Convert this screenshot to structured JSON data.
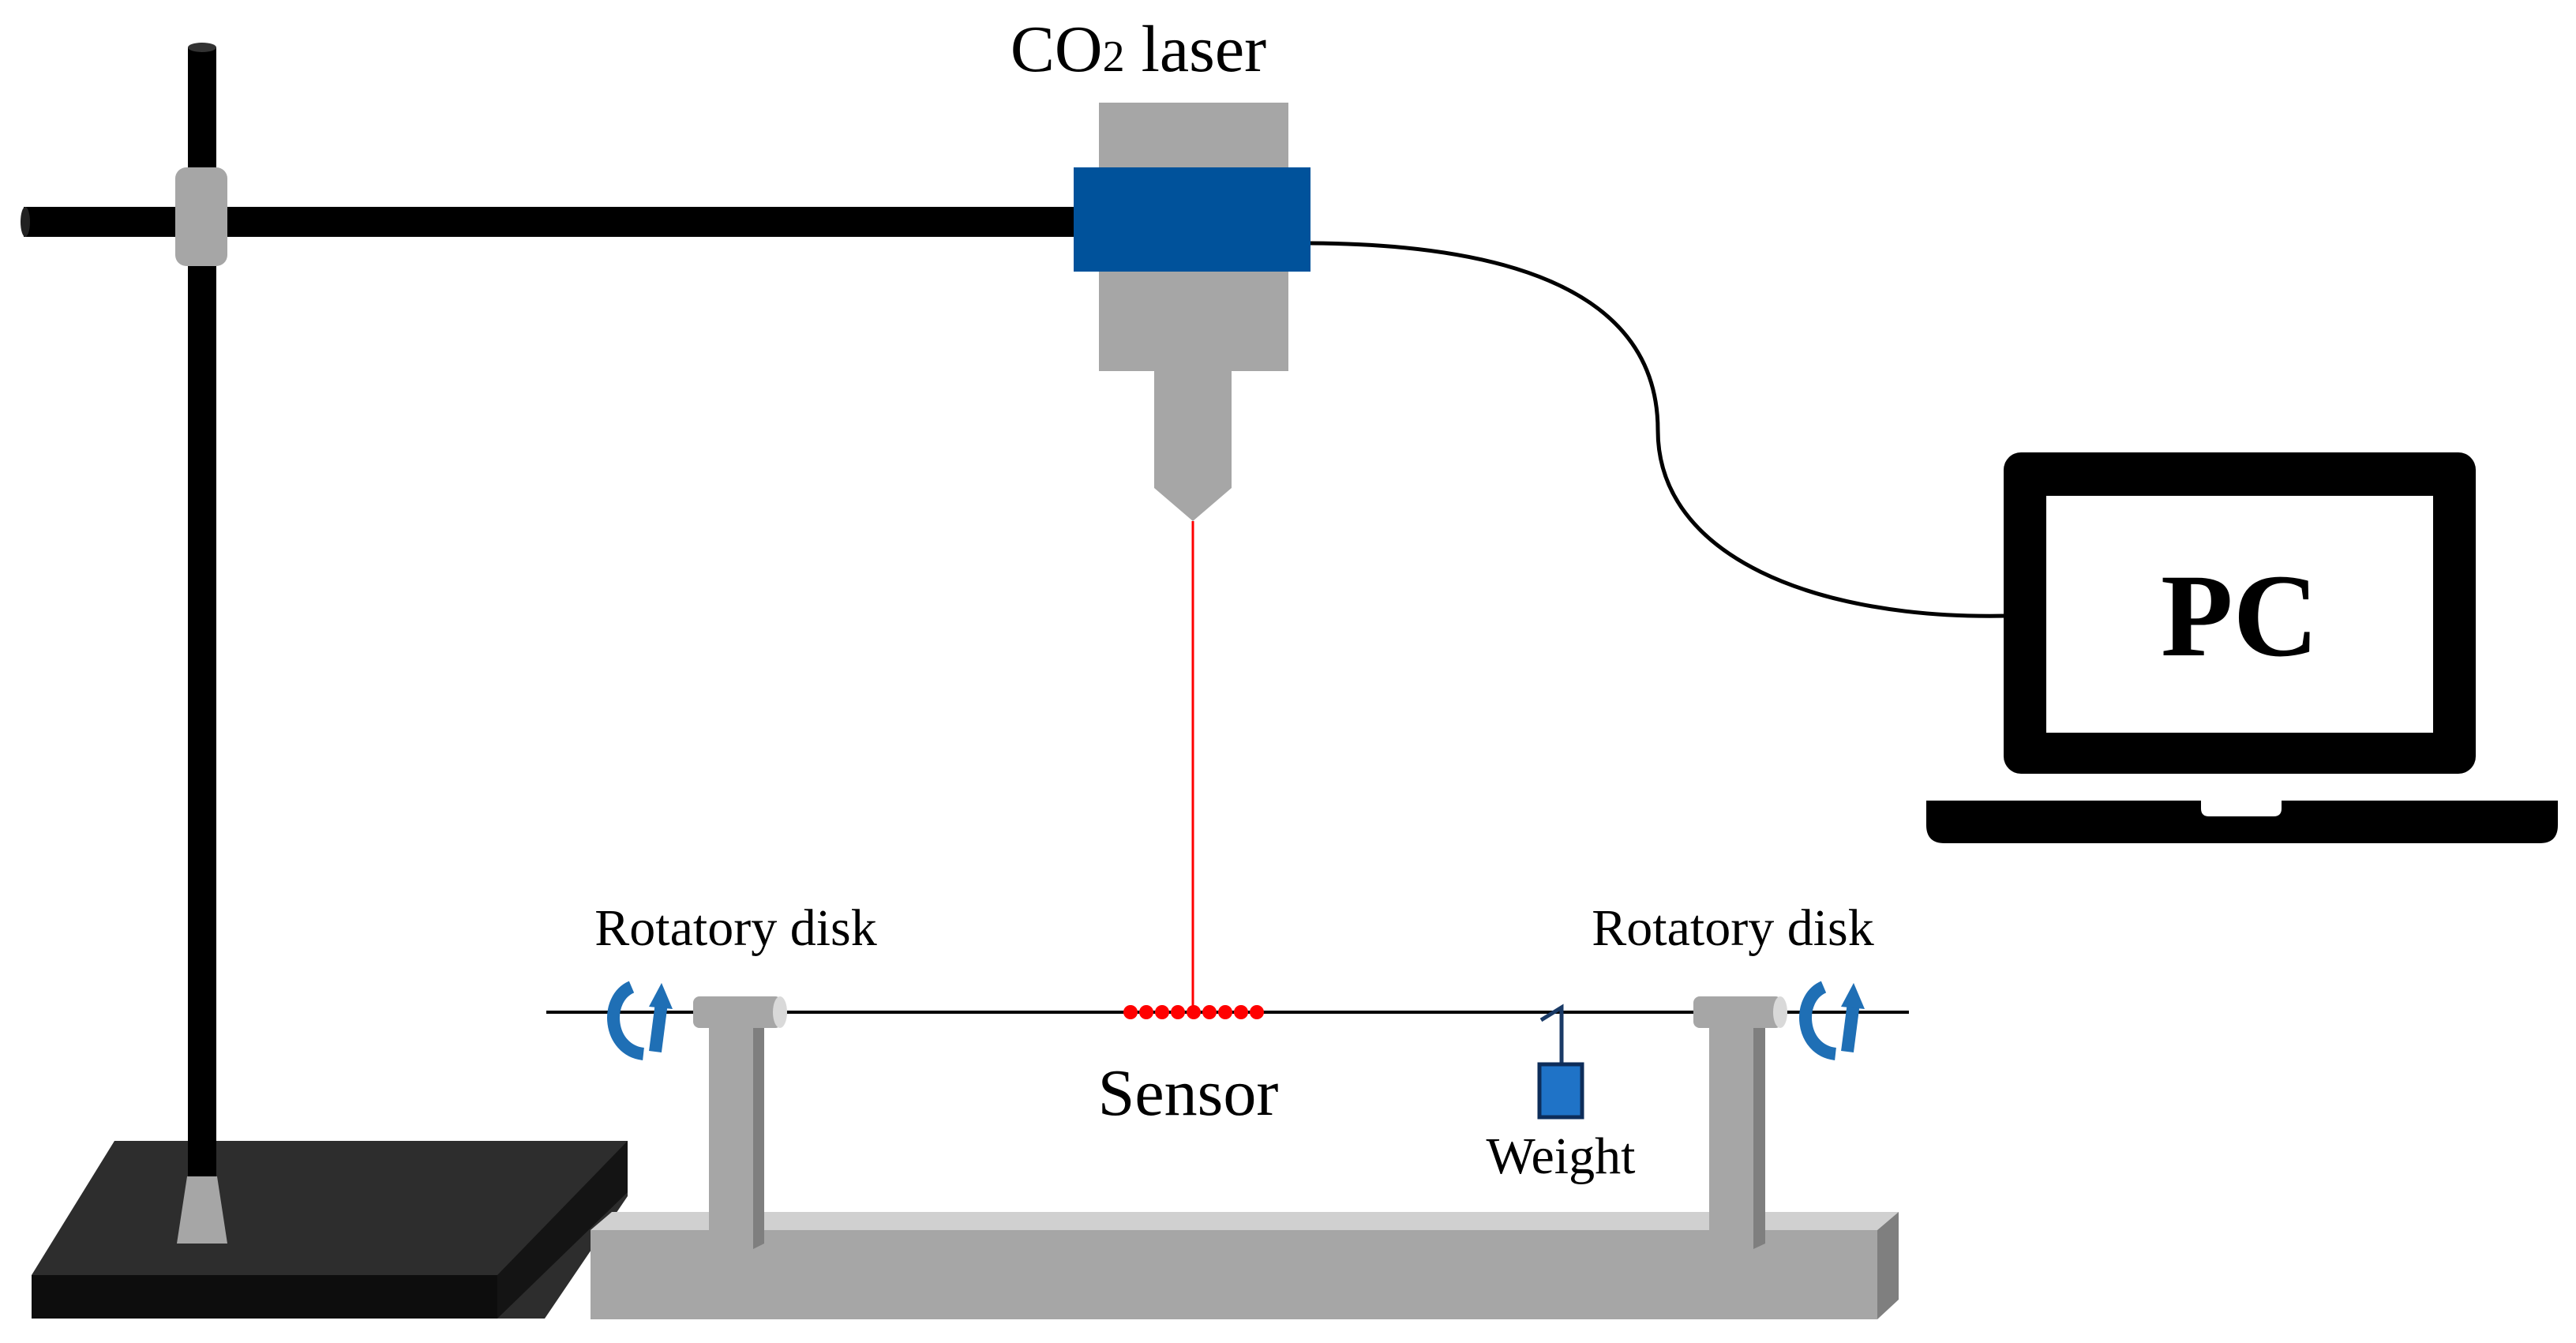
{
  "labels": {
    "laser_prefix": "CO",
    "laser_subscript": "2",
    "laser_suffix": " laser",
    "pc": "PC",
    "rotatory_disk_left": "Rotatory disk",
    "rotatory_disk_right": "Rotatory disk",
    "sensor": "Sensor",
    "weight": "Weight"
  },
  "colors": {
    "stand": "#000000",
    "base": "#2d2d2d",
    "base_side": "#111111",
    "clamp": "#a6a6a6",
    "laser_body": "#a6a6a6",
    "laser_band": "#00529b",
    "laser_beam": "#ff0000",
    "sensor_dots": "#ff0000",
    "rotation_arrow": "#1f6fb5",
    "weight": "#1f73c7",
    "platform": "#a6a6a6",
    "platform_shadow": "#7f7f7f"
  },
  "icons": {
    "left_rotation": "rotation-arrow-icon",
    "right_rotation": "rotation-arrow-icon",
    "pc": "laptop-icon"
  }
}
